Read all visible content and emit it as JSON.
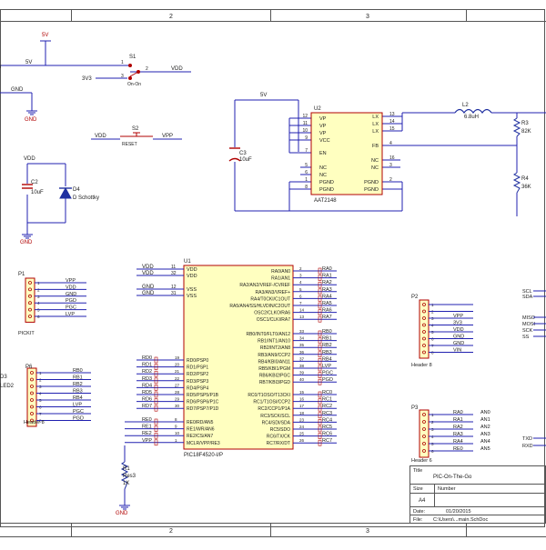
{
  "border": {
    "zones_top": [
      "2",
      "3"
    ],
    "zones_bottom": [
      "2",
      "3"
    ]
  },
  "power_section": {
    "net_5v_top": "5V",
    "net_5v_left": "5V",
    "partial_label_left": "r",
    "net_gnd_left": "GND",
    "gnd_symbol_left": "GND",
    "switch1": {
      "ref": "S1",
      "net_3v3": "3V3",
      "pin1": "1",
      "pin2": "2",
      "pin3": "3",
      "mode": "On-On",
      "net_out": "VDD"
    },
    "switch2": {
      "ref": "S2",
      "net_in": "VDD",
      "label": "RESET",
      "net_out": "VPP"
    },
    "cap_c2": {
      "ref": "C2",
      "value": "10uF",
      "net_top": "VDD",
      "net_gnd": "GND"
    },
    "diode_d4": {
      "ref": "D4",
      "value": "D Schottky"
    }
  },
  "regulator": {
    "ref": "U2",
    "name": "AAT2148",
    "net_5v": "5V",
    "cap_c3": {
      "ref": "C3",
      "value": "10uF"
    },
    "left_pins": [
      {
        "num": "12",
        "name": "VP"
      },
      {
        "num": "11",
        "name": "VP"
      },
      {
        "num": "10",
        "name": "VP"
      },
      {
        "num": "9",
        "name": "VCC"
      },
      {
        "num": "7",
        "name": "EN"
      },
      {
        "num": "5",
        "name": "NC"
      },
      {
        "num": "6",
        "name": "NC"
      },
      {
        "num": "1",
        "name": "PGND"
      },
      {
        "num": "8",
        "name": "PGND"
      }
    ],
    "right_pins": [
      {
        "num": "13",
        "name": "LX"
      },
      {
        "num": "14",
        "name": "LX"
      },
      {
        "num": "15",
        "name": "LX"
      },
      {
        "num": "4",
        "name": "FB"
      },
      {
        "num": "16",
        "name": "NC"
      },
      {
        "num": "3",
        "name": "NC"
      },
      {
        "num": "2",
        "name": "PGND"
      },
      {
        "num": "",
        "name": "PGND"
      }
    ],
    "inductor": {
      "ref": "L2",
      "value": "6.8uH"
    },
    "r3": {
      "ref": "R3",
      "value": "82K"
    },
    "r4": {
      "ref": "R4",
      "value": "36K"
    }
  },
  "pickit": {
    "ref": "P1",
    "name": "PICKIT",
    "pins": [
      "1",
      "2",
      "3",
      "4",
      "5",
      "6"
    ],
    "nets": [
      "VPP",
      "VDD",
      "GND",
      "PGD",
      "PGC",
      "LVP"
    ]
  },
  "p6": {
    "ref": "P6",
    "name": "Header 8",
    "partial_ref": "D3",
    "partial_name": "LED2",
    "pins": [
      "1",
      "2",
      "3",
      "4",
      "5",
      "6",
      "7",
      "8"
    ],
    "nets": [
      "RB0",
      "RB1",
      "RB2",
      "RB3",
      "RB4",
      "LVP",
      "PGC",
      "PGD"
    ]
  },
  "mcu": {
    "ref": "U1",
    "name": "PIC18F4520-I/P",
    "power_pins": [
      {
        "net": "VDD",
        "num": "11",
        "name": "VDD"
      },
      {
        "net": "VDD",
        "num": "32",
        "name": "VDD"
      },
      {
        "net": "GND",
        "num": "12",
        "name": "VSS"
      },
      {
        "net": "GND",
        "num": "31",
        "name": "VSS"
      }
    ],
    "right_a": [
      {
        "name": "RA0/AN0",
        "num": "2",
        "net": "RA0"
      },
      {
        "name": "RA1/AN1",
        "num": "3",
        "net": "RA1"
      },
      {
        "name": "RA2/AN2/VREF-/CVREF",
        "num": "4",
        "net": "RA2"
      },
      {
        "name": "RA3/AN3/VREF+",
        "num": "5",
        "net": "RA3"
      },
      {
        "name": "RA4/T0CKI/C1OUT",
        "num": "6",
        "net": "RA4"
      },
      {
        "name": "RA5/AN4/SS/HLVDIN/C2OUT",
        "num": "7",
        "net": "RA5"
      },
      {
        "name": "OSC2/CLKO/RA6",
        "num": "14",
        "net": "RA6"
      },
      {
        "name": "OSC1/CLKI/RA7",
        "num": "13",
        "net": "RA7"
      }
    ],
    "right_b": [
      {
        "name": "RB0/INT0/FLT0/AN12",
        "num": "33",
        "net": "RB0"
      },
      {
        "name": "RB1/INT1/AN10",
        "num": "34",
        "net": "RB1"
      },
      {
        "name": "RB2/INT2/AN8",
        "num": "35",
        "net": "RB2"
      },
      {
        "name": "RB3/AN9/CCP2",
        "num": "36",
        "net": "RB3"
      },
      {
        "name": "RB4/KBI0/AN11",
        "num": "37",
        "net": "RB4"
      },
      {
        "name": "RB5/KBI1/PGM",
        "num": "38",
        "net": "LVP"
      },
      {
        "name": "RB6/KBI2/PGC",
        "num": "39",
        "net": "PGC"
      },
      {
        "name": "RB7/KBI3/PGD",
        "num": "40",
        "net": "PGD"
      }
    ],
    "right_c": [
      {
        "name": "RC0/T1OSO/T13CKI",
        "num": "15",
        "net": "RC0"
      },
      {
        "name": "RC1/T1OSI/CCP2",
        "num": "16",
        "net": "RC1"
      },
      {
        "name": "RC2/CCP1/P1A",
        "num": "17",
        "net": "RC2"
      },
      {
        "name": "RC3/SCK/SCL",
        "num": "18",
        "net": "RC3"
      },
      {
        "name": "RC4/SDI/SDA",
        "num": "23",
        "net": "RC4"
      },
      {
        "name": "RC5/SDO",
        "num": "24",
        "net": "RC5"
      },
      {
        "name": "RC6/TX/CK",
        "num": "25",
        "net": "RC6"
      },
      {
        "name": "RC7/RX/DT",
        "num": "26",
        "net": "RC7"
      }
    ],
    "left_d": [
      {
        "net": "RD0",
        "num": "19",
        "name": "RD0/PSP0"
      },
      {
        "net": "RD1",
        "num": "20",
        "name": "RD1/PSP1"
      },
      {
        "net": "RD2",
        "num": "21",
        "name": "RD2/PSP2"
      },
      {
        "net": "RD3",
        "num": "22",
        "name": "RD3/PSP3"
      },
      {
        "net": "RD4",
        "num": "27",
        "name": "RD4/PSP4"
      },
      {
        "net": "RD5",
        "num": "28",
        "name": "RD5/PSP5/P1B"
      },
      {
        "net": "RD6",
        "num": "29",
        "name": "RD6/PSP6/P1C"
      },
      {
        "net": "RD7",
        "num": "30",
        "name": "RD7/PSP7/P1D"
      }
    ],
    "left_e": [
      {
        "net": "RE0",
        "num": "8",
        "name": "RE0/RD/AN5"
      },
      {
        "net": "RE1",
        "num": "9",
        "name": "RE1/WR/AN6"
      },
      {
        "net": "RE2",
        "num": "10",
        "name": "RE2/CS/AN7"
      },
      {
        "net": "VPP",
        "num": "1",
        "name": "MCLR/VPP/RE3"
      }
    ],
    "r1": {
      "ref": "R1",
      "value": "Res3",
      "value2": "1K"
    },
    "gnd_label": "GND"
  },
  "p2": {
    "ref": "P2",
    "name": "Header 8",
    "pins": [
      "1",
      "2",
      "3",
      "4",
      "5",
      "6",
      "7",
      "8"
    ],
    "nets": [
      "",
      "",
      "VPP",
      "3V3",
      "VDD",
      "GND",
      "GND",
      "VIN"
    ],
    "side_nets": [
      "SCL",
      "SDA",
      "",
      "MISO",
      "MOSI",
      "SCK",
      "SS"
    ]
  },
  "p3": {
    "ref": "P3",
    "name": "Header 6",
    "pins": [
      "1",
      "2",
      "3",
      "4",
      "5",
      "6"
    ],
    "nets": [
      "RA0",
      "RA1",
      "RA2",
      "RA3",
      "RA4",
      "RE0"
    ],
    "an_labels": [
      "AN0",
      "AN1",
      "AN2",
      "AN3",
      "AN4",
      "AN5"
    ],
    "side_nets": [
      "TXD",
      "RXD"
    ]
  },
  "title_block": {
    "title_label": "Title",
    "title": "PIC-On-The-Go",
    "size_label": "Size",
    "size": "A4",
    "number_label": "Number",
    "date_label": "Date:",
    "date": "01/20/2015",
    "file_label": "File:",
    "file": "C:\\Users\\...main.SchDoc"
  },
  "colors": {
    "wire": "#2020b0",
    "component": "#b00000",
    "fill": "#ffffc0",
    "text": "#202020",
    "net": "#2020b0"
  }
}
